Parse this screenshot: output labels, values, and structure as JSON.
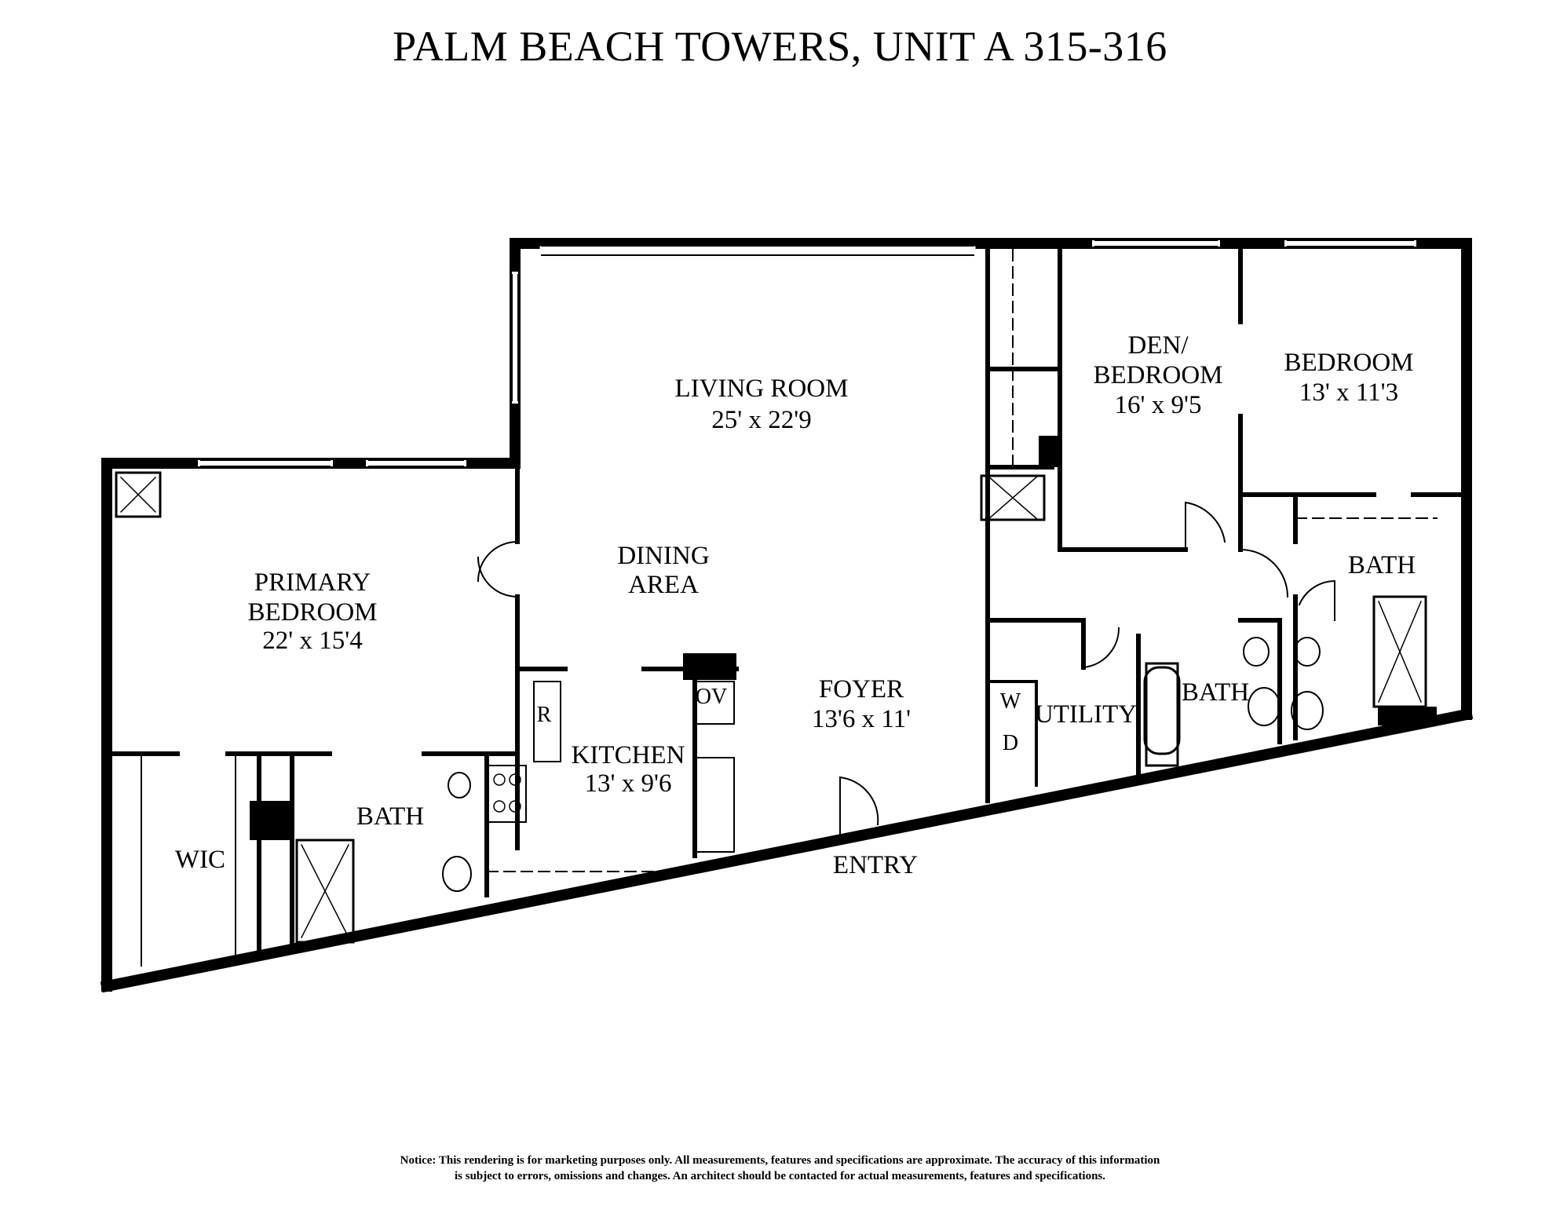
{
  "title": "PALM BEACH TOWERS, UNIT A 315-316",
  "rooms": {
    "living_room": {
      "name": "LIVING ROOM",
      "dims": "25' x 22'9"
    },
    "dining_area": {
      "line1": "DINING",
      "line2": "AREA"
    },
    "primary_bedroom": {
      "line1": "PRIMARY",
      "line2": "BEDROOM",
      "dims": "22' x 15'4"
    },
    "den_bedroom": {
      "line1": "DEN/",
      "line2": "BEDROOM",
      "dims": "16' x 9'5"
    },
    "bedroom": {
      "name": "BEDROOM",
      "dims": "13' x 11'3"
    },
    "kitchen": {
      "name": "KITCHEN",
      "dims": "13' x 9'6"
    },
    "foyer": {
      "name": "FOYER",
      "dims": "13'6 x 11'"
    },
    "utility": {
      "name": "UTILITY"
    },
    "primary_bath": {
      "name": "BATH"
    },
    "hall_bath": {
      "name": "BATH"
    },
    "bedroom_bath": {
      "name": "BATH"
    },
    "wic": {
      "name": "WIC"
    },
    "entry": {
      "name": "ENTRY"
    }
  },
  "fixtures": {
    "refrigerator": "R",
    "oven": "OV",
    "washer": "W",
    "dryer": "D"
  },
  "notice": {
    "line1": "Notice: This rendering is for marketing purposes only. All measurements, features and specifications are approximate. The accuracy of this information",
    "line2": "is subject to errors, omissions and changes. An architect should be contacted for actual measurements, features and specifications."
  }
}
